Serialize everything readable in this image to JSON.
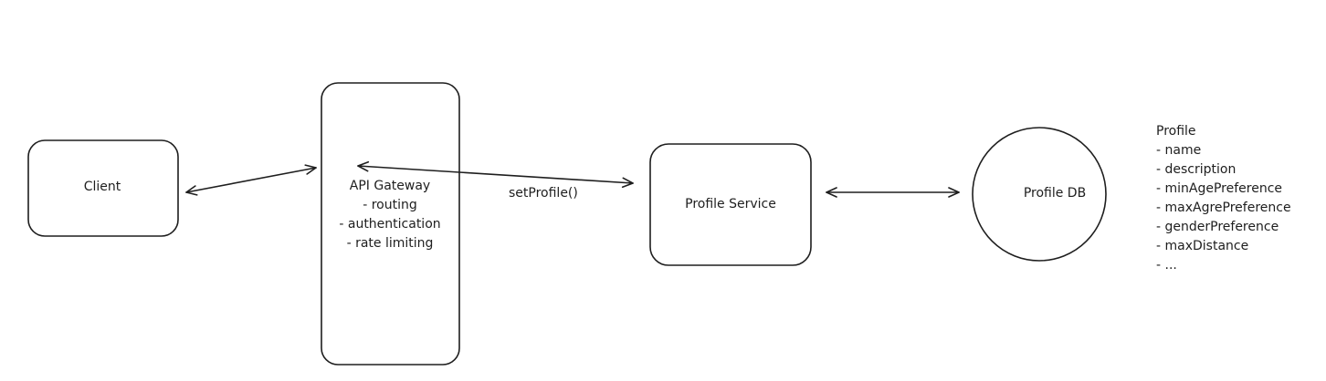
{
  "nodes": {
    "client": {
      "label": "Client"
    },
    "gateway": {
      "lines": [
        "API Gateway",
        "- routing",
        "- authentication",
        "- rate limiting"
      ]
    },
    "profile_service": {
      "label": "Profile Service"
    },
    "profile_db": {
      "label": "Profile DB"
    }
  },
  "edges": {
    "gateway_to_service": {
      "label": "setProfile()"
    }
  },
  "schema": {
    "title": "Profile",
    "fields": [
      "- name",
      "- description",
      "- minAgePreference",
      "- maxAgrePreference",
      "- genderPreference",
      "- maxDistance",
      "- ..."
    ]
  }
}
